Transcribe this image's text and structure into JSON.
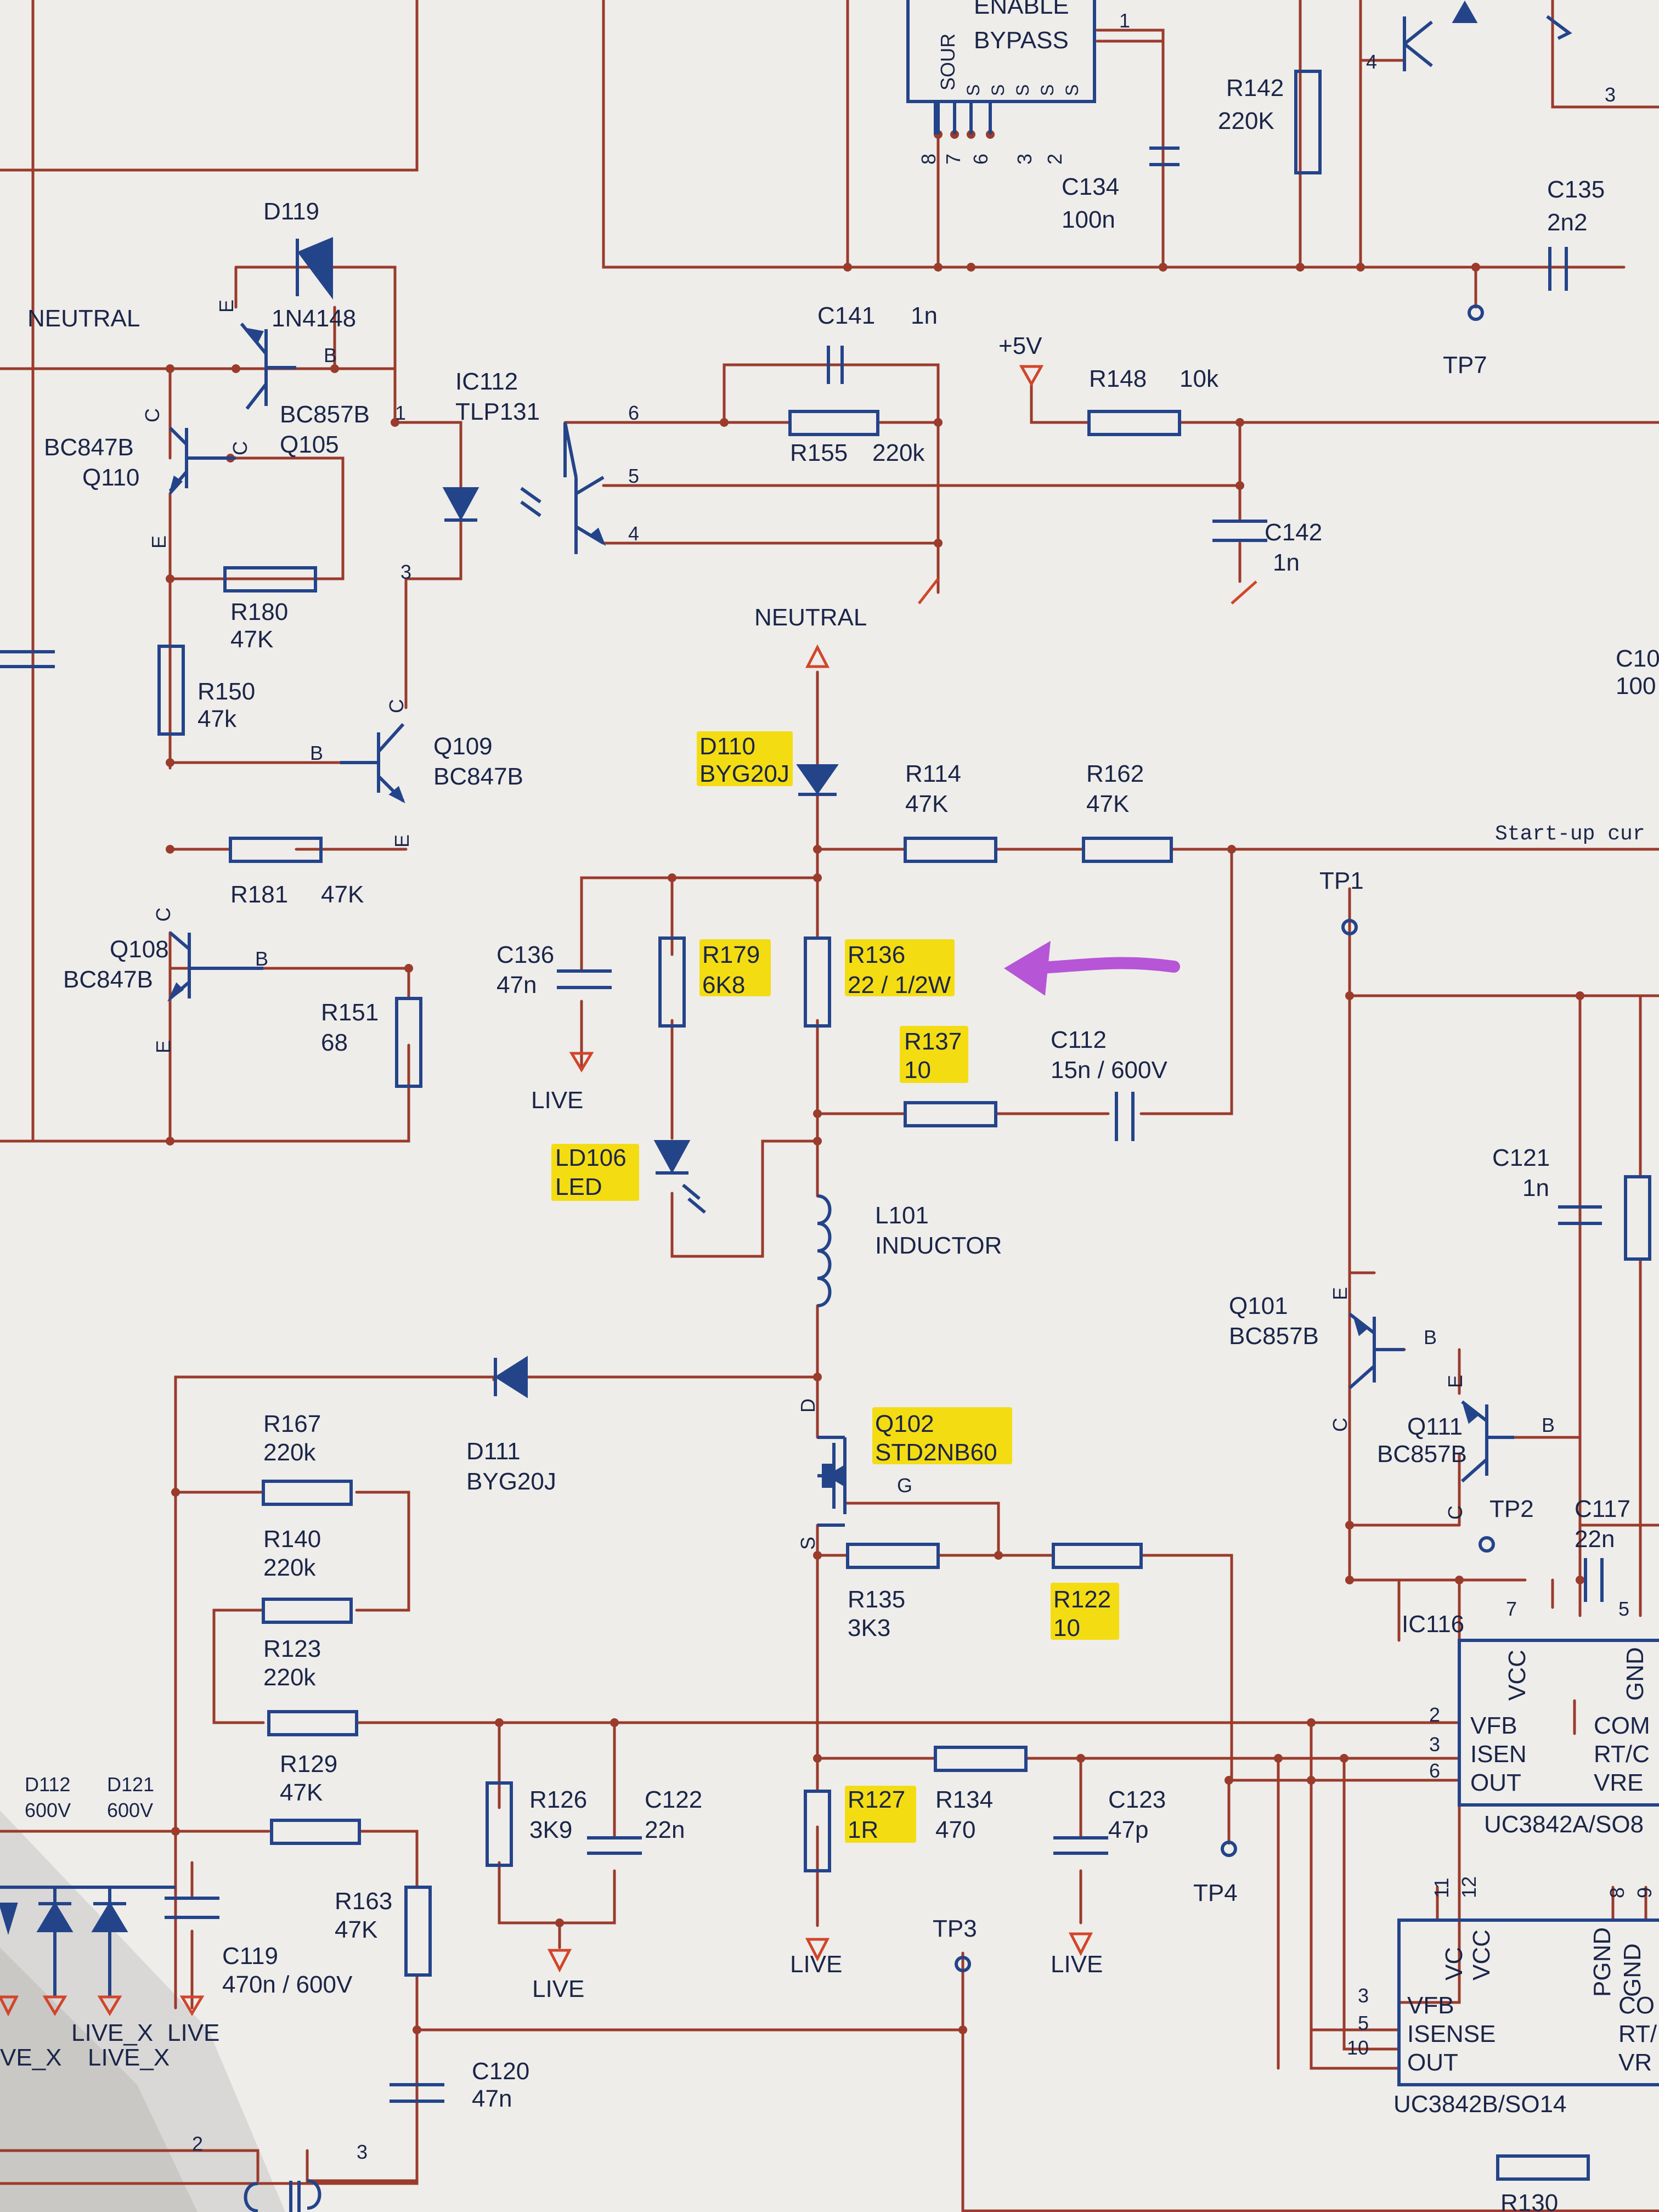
{
  "labels": {
    "enable": "ENABLE",
    "bypass": "BYPASS",
    "sour": "SOUR",
    "s": "S",
    "p8": "8",
    "p7": "7",
    "p6": "6",
    "p3": "3",
    "p2": "2",
    "pin1": "1",
    "pin2": "2",
    "pin3": "3",
    "pin4": "4",
    "pin5": "5",
    "pin6": "6",
    "pin7": "7",
    "pin8": "8",
    "pin9": "9",
    "pin10": "10",
    "pin11": "11",
    "pin12": "12",
    "r142": "R142",
    "r142v": "220K",
    "c134": "C134",
    "c134v": "100n",
    "c135": "C135",
    "c135v": "2n2",
    "tp7": "TP7",
    "d119": "D119",
    "d119v": "1N4148",
    "neutral": "NEUTRAL",
    "c141": "C141",
    "c141v": "1n",
    "plus5v": "+5V",
    "r148": "R148",
    "r148v": "10k",
    "ic112": "IC112",
    "ic112v": "TLP131",
    "bc857b": "BC857B",
    "q105": "Q105",
    "bc847b": "BC847B",
    "q110": "Q110",
    "r155": "R155",
    "r155v": "220k",
    "c142": "C142",
    "c142v": "1n",
    "r180": "R180",
    "r180v": "47K",
    "r150": "R150",
    "r150v": "47k",
    "c10x": "C10",
    "c10xv": "100",
    "q109": "Q109",
    "q109v": "BC847B",
    "d110": "D110",
    "d110v": "BYG20J",
    "r114": "R114",
    "r114v": "47K",
    "r162": "R162",
    "r162v": "47K",
    "startup": "Start-up cur",
    "r181": "R181",
    "r181v": "47K",
    "tp1": "TP1",
    "q108": "Q108",
    "q108v": "BC847B",
    "c136": "C136",
    "c136v": "47n",
    "r179": "R179",
    "r179v": "6K8",
    "r136": "R136",
    "r136v": "22 / 1/2W",
    "r151": "R151",
    "r151v": "68",
    "r137": "R137",
    "r137v": "10",
    "c112": "C112",
    "c112v": "15n / 600V",
    "live": "LIVE",
    "ld106": "LD106",
    "ld106v": "LED",
    "c121": "C121",
    "c121v": "1n",
    "l101": "L101",
    "l101v": "INDUCTOR",
    "q101": "Q101",
    "q101v": "BC857B",
    "d111": "D111",
    "d111v": "BYG20J",
    "r167": "R167",
    "r167v": "220k",
    "q102": "Q102",
    "q102v": "STD2NB60",
    "q111": "Q111",
    "q111v": "BC857B",
    "r140": "R140",
    "r140v": "220k",
    "tp2": "TP2",
    "c117": "C117",
    "c117v": "22n",
    "r135": "R135",
    "r135v": "3K3",
    "r122": "R122",
    "r122v": "10",
    "ic116": "IC116",
    "r123": "R123",
    "r123v": "220k",
    "vcc": "VCC",
    "gnd": "GND",
    "vc": "VC",
    "pgnd": "PGND",
    "vfb": "VFB",
    "isen": "ISEN",
    "isense": "ISENSE",
    "out": "OUT",
    "com": "COM",
    "rtc": "RT/C",
    "vre": "VRE",
    "co": "CO",
    "rt": "RT/",
    "vr": "VR",
    "r129": "R129",
    "r129v": "47K",
    "d112": "D112",
    "d112v": "600V",
    "d121": "D121",
    "d121v": "600V",
    "r126": "R126",
    "r126v": "3K9",
    "c122": "C122",
    "c122v": "22n",
    "r127": "R127",
    "r127v": "1R",
    "r134": "R134",
    "r134v": "470",
    "c123": "C123",
    "c123v": "47p",
    "uc3842a": "UC3842A/SO8",
    "tp4": "TP4",
    "r163": "R163",
    "r163v": "47K",
    "tp3": "TP3",
    "c119": "C119",
    "c119v": "470n / 600V",
    "live_x": "LIVE_X",
    "ve_x": "VE_X",
    "c120": "C120",
    "c120v": "47n",
    "uc3842b": "UC3842B/SO14",
    "r130": "R130",
    "pinB": "B",
    "pinC": "C",
    "pinE": "E",
    "pinD": "D",
    "pinG": "G",
    "pinS": "S"
  },
  "annotation": {
    "arrow_color": "#b655d6",
    "highlight_color": "#f4dc12"
  }
}
